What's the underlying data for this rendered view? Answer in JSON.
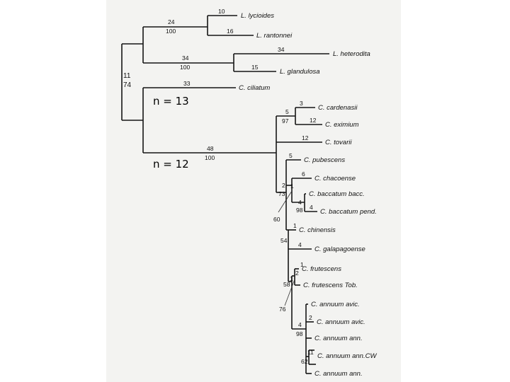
{
  "annotations": {
    "n13": "n = 13",
    "n12": "n = 12"
  },
  "taxa": [
    "L. lycioides",
    "L. rantonnei",
    "L. heterodita",
    "L. glandulosa",
    "C. ciliatum",
    "C. cardenasii",
    "C. eximium",
    "C. tovarii",
    "C. pubescens",
    "C. chacoense",
    "C. baccatum bacc.",
    "C. baccatum pend.",
    "C. chinensis",
    "C. galapagoense",
    "C. frutescens",
    "C. frutescens Tob.",
    "C. annuum avic.",
    "C. annuum avic.",
    "C. annuum ann.",
    "C. annuum ann.CW",
    "C. annuum ann."
  ],
  "labels": {
    "b10": "10",
    "b16": "16",
    "b24": "24",
    "s100a": "100",
    "b34a": "34",
    "b15": "15",
    "b34b": "34",
    "s100b": "100",
    "b11": "11",
    "s74": "74",
    "b33": "33",
    "b3": "3",
    "b12a": "12",
    "b5": "5",
    "s97": "97",
    "b12b": "12",
    "b48": "48",
    "s100c": "100",
    "b5b": "5",
    "b6": "6",
    "b2a": "2",
    "b1a": "1",
    "s73": "73",
    "b4a": "4",
    "b4b": "4",
    "s98a": "98",
    "s60": "60",
    "b1b": "1",
    "s54": "54",
    "b4c": "4",
    "b1c": "1",
    "b2b": "2",
    "b1d": "1",
    "s58": "58",
    "s76": "76",
    "b2c": "2",
    "b4d": "4",
    "s98b": "98",
    "b1e": "1",
    "b1f": "1",
    "s62": "62"
  }
}
